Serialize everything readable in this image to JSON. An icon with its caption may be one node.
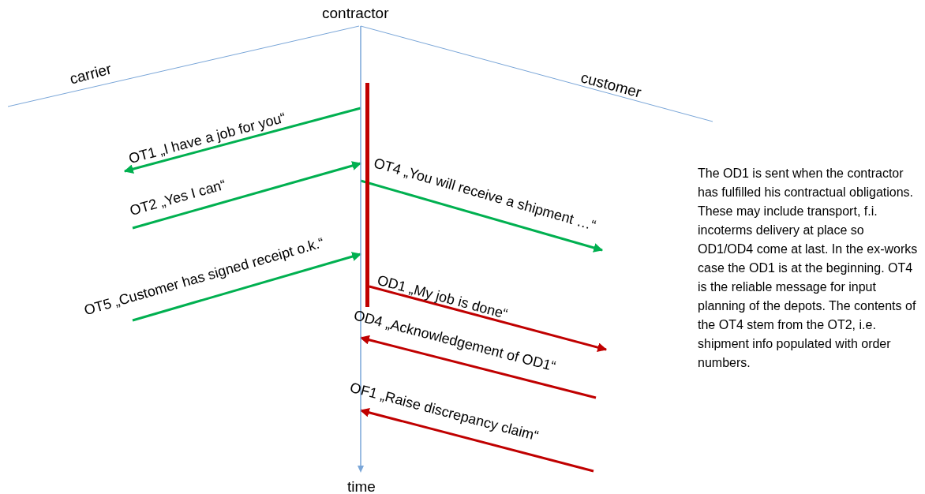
{
  "diagram": {
    "nodes": [
      {
        "text": [],
        "shape": "bar"
      },
      {
        "text": [],
        "shape": "line"
      }
    ],
    "edges": [
      {
        "from": 1,
        "to": null,
        "arrow": "to",
        "label": "OT1 „I have a job for you“"
      },
      {
        "from": null,
        "to": 1,
        "arrow": "to",
        "label": "OT2 „Yes I can“"
      },
      {
        "from": 1,
        "to": null,
        "arrow": "to",
        "label": "OT4 „You will receive a shipment …“"
      },
      {
        "from": null,
        "to": 1,
        "arrow": "to",
        "label": "OT5 „Customer has signed receipt o.k.“"
      },
      {
        "from": 0,
        "to": null,
        "arrow": "to",
        "label": "OD1 „My job is done“",
        "color": "#c00000"
      },
      {
        "from": null,
        "to": 1,
        "arrow": "to",
        "label": "OD4 „Acknowledgement of OD1“",
        "color": "#c00000"
      },
      {
        "from": null,
        "to": 1,
        "arrow": "to",
        "label": "OF1 „Raise discrepancy claim“",
        "color": "#c00000"
      }
    ],
    "labels": [
      "contractor",
      "carrier",
      "customer",
      "time",
      "The OD1 is sent when the contractor has fulfilled his contractual obligations. These may include transport, f.i. incoterms delivery at place so OD1/OD4 come at last. In the ex-works case the OD1 is at the beginning. OT4 is the reliable message for input planning of the depots. The contents of the OT4 stem from the OT2, i.e. shipment info populated with order numbers."
    ]
  }
}
